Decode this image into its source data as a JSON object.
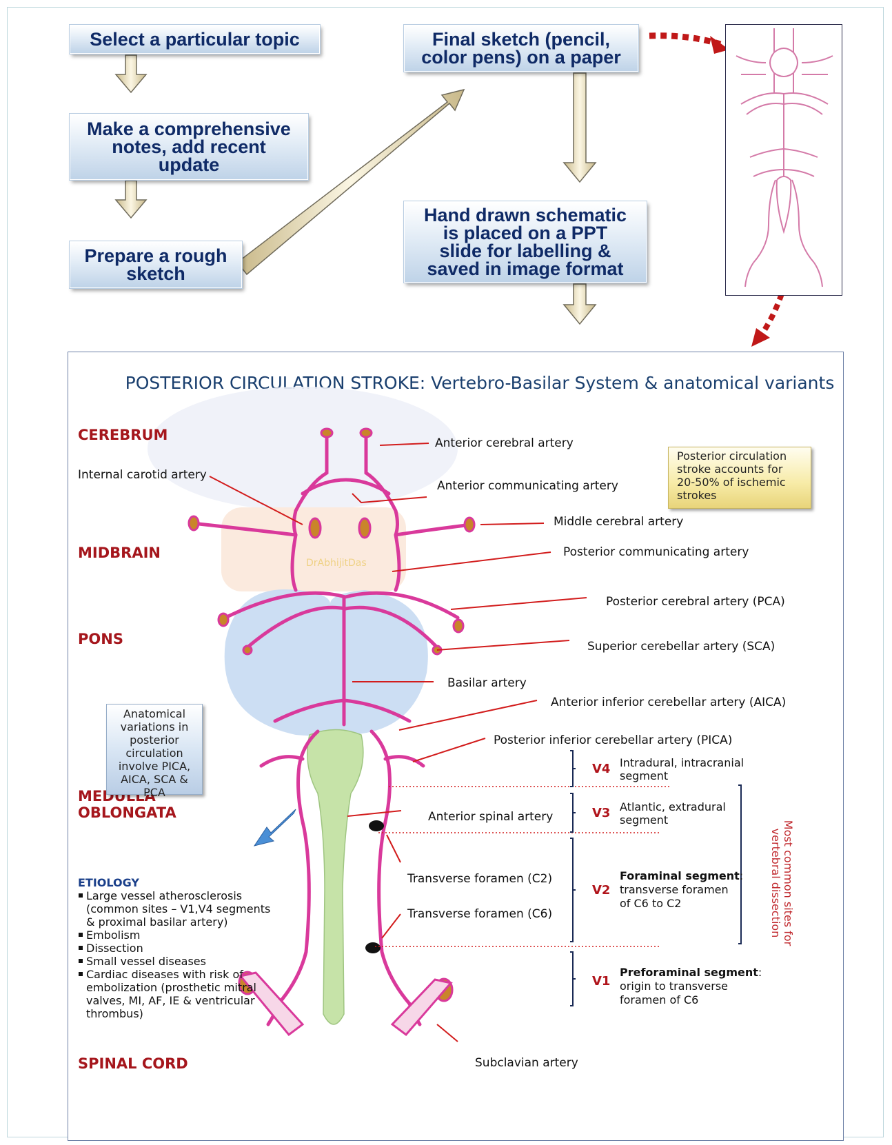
{
  "flowchart": {
    "steps": [
      "Select a particular topic",
      "Make a comprehensive\nnotes, add recent\nupdate",
      "Prepare a rough\nsketch",
      "Final sketch (pencil,\ncolor pens) on a paper",
      "Hand drawn schematic\nis placed on a PPT\nslide for labelling &\nsaved in image format"
    ]
  },
  "panel": {
    "title": "POSTERIOR CIRCULATION STROKE: Vertebro-Basilar System & anatomical variants",
    "watermark": "DrAbhijitDas",
    "regions": {
      "cerebrum": "CEREBRUM",
      "midbrain": "MIDBRAIN",
      "pons": "PONS",
      "medulla": "MEDULLA\nOBLONGATA",
      "spinal_cord": "SPINAL CORD"
    },
    "labels": {
      "aca": "Anterior cerebral artery",
      "ica": "Internal carotid artery",
      "acom": "Anterior communicating artery",
      "mca": "Middle cerebral artery",
      "pcom": "Posterior communicating artery",
      "pca": "Posterior cerebral artery (PCA)",
      "sca": "Superior cerebellar artery (SCA)",
      "basilar": "Basilar artery",
      "aica": "Anterior inferior cerebellar artery (AICA)",
      "pica": "Posterior inferior cerebellar artery (PICA)",
      "asa": "Anterior spinal artery",
      "tf_c2": "Transverse foramen (C2)",
      "tf_c6": "Transverse foramen (C6)",
      "subclavian": "Subclavian artery"
    },
    "info_box": "Posterior circulation\nstroke accounts for\n20-50% of ischemic\nstrokes",
    "variations_box": "Anatomical\nvariations in\nposterior\ncirculation\ninvolve PICA,\nAICA, SCA &\nPCA",
    "segments": [
      {
        "code": "V4",
        "desc_bold": "",
        "desc": "Intradural, intracranial\nsegment"
      },
      {
        "code": "V3",
        "desc_bold": "",
        "desc": "Atlantic, extradural\nsegment"
      },
      {
        "code": "V2",
        "desc_bold": "Foraminal segment",
        "desc": ":\ntransverse foramen\nof C6 to C2"
      },
      {
        "code": "V1",
        "desc_bold": "Preforaminal segment",
        "desc": ":\norigin to transverse\nforamen of C6"
      }
    ],
    "dissection_note": "Most common sites for\nvertebral dissection",
    "etiology": {
      "heading": "ETIOLOGY",
      "items": [
        "Large vessel atherosclerosis\n(common sites – V1,V4 segments\n& proximal basilar artery)",
        "Embolism",
        "Dissection",
        "Small vessel diseases",
        "Cardiac diseases with risk of\nembolization (prosthetic mitral\nvalves, MI, AF, IE & ventricular\nthrombus)"
      ]
    }
  },
  "colors": {
    "step_text": "#0f2a66",
    "region_text": "#a5161c",
    "artery": "#d9399b",
    "leader": "#d21c1c",
    "medulla": "#c6e3a8",
    "pons": "#c9dcf2",
    "midbrain": "#fbe6d6",
    "dotted_arrow": "#c01818"
  }
}
